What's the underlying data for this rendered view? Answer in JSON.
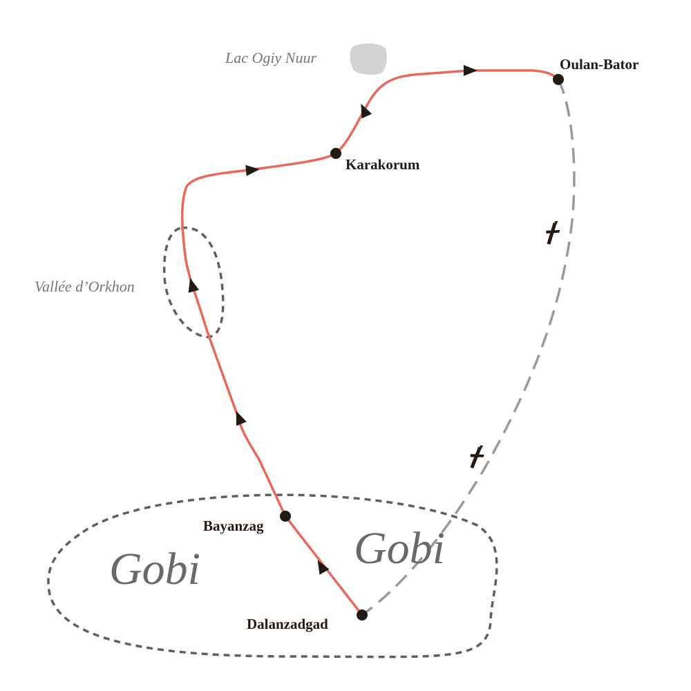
{
  "map": {
    "colors": {
      "route": "#e8685a",
      "flight": "#9a9a9a",
      "region_outline": "#5f5f5f",
      "city_dot": "#231a14",
      "lake": "#d3d3d3"
    },
    "cities": [
      {
        "name": "Oulan-Bator"
      },
      {
        "name": "Karakorum"
      },
      {
        "name": "Bayanzag"
      },
      {
        "name": "Dalanzadgad"
      }
    ],
    "features": {
      "lake": "Lac Ogiy Nuur",
      "valley": "Vallée d’Orkhon",
      "desert_left": "Gobi",
      "desert_right": "Gobi"
    },
    "icons": {
      "direction": "triangle-arrow-icon",
      "flight": "airplane-icon"
    }
  }
}
